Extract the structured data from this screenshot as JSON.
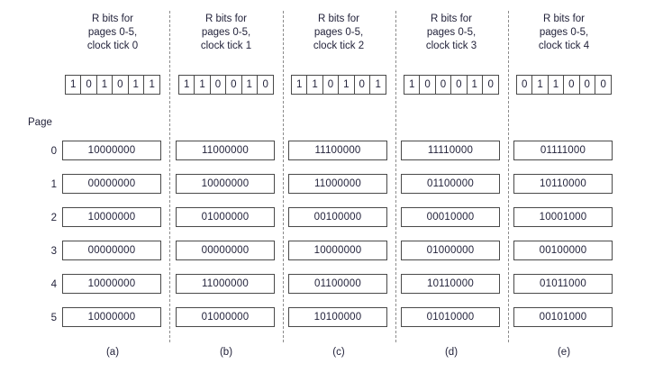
{
  "figure": {
    "page_label": "Page",
    "row_labels": [
      "0",
      "1",
      "2",
      "3",
      "4",
      "5"
    ],
    "columns": [
      {
        "caption": "(a)",
        "header_lines": [
          "R bits for",
          "pages 0-5,",
          "clock tick 0"
        ],
        "r_bits": [
          "1",
          "0",
          "1",
          "0",
          "1",
          "1"
        ],
        "counters": [
          "10000000",
          "00000000",
          "10000000",
          "00000000",
          "10000000",
          "10000000"
        ]
      },
      {
        "caption": "(b)",
        "header_lines": [
          "R bits for",
          "pages 0-5,",
          "clock tick 1"
        ],
        "r_bits": [
          "1",
          "1",
          "0",
          "0",
          "1",
          "0"
        ],
        "counters": [
          "11000000",
          "10000000",
          "01000000",
          "00000000",
          "11000000",
          "01000000"
        ]
      },
      {
        "caption": "(c)",
        "header_lines": [
          "R bits for",
          "pages 0-5,",
          "clock tick 2"
        ],
        "r_bits": [
          "1",
          "1",
          "0",
          "1",
          "0",
          "1"
        ],
        "counters": [
          "11100000",
          "11000000",
          "00100000",
          "10000000",
          "01100000",
          "10100000"
        ]
      },
      {
        "caption": "(d)",
        "header_lines": [
          "R bits for",
          "pages 0-5,",
          "clock tick 3"
        ],
        "r_bits": [
          "1",
          "0",
          "0",
          "0",
          "1",
          "0"
        ],
        "counters": [
          "11110000",
          "01100000",
          "00010000",
          "01000000",
          "10110000",
          "01010000"
        ]
      },
      {
        "caption": "(e)",
        "header_lines": [
          "R bits for",
          "pages 0-5,",
          "clock tick 4"
        ],
        "r_bits": [
          "0",
          "1",
          "1",
          "0",
          "0",
          "0"
        ],
        "counters": [
          "01111000",
          "10110000",
          "10001000",
          "00100000",
          "01011000",
          "00101000"
        ]
      }
    ],
    "colors": {
      "box_border": "#4a4a4a",
      "separator": "#8c8c8c",
      "text": "#23233b",
      "background": "#ffffff"
    }
  }
}
